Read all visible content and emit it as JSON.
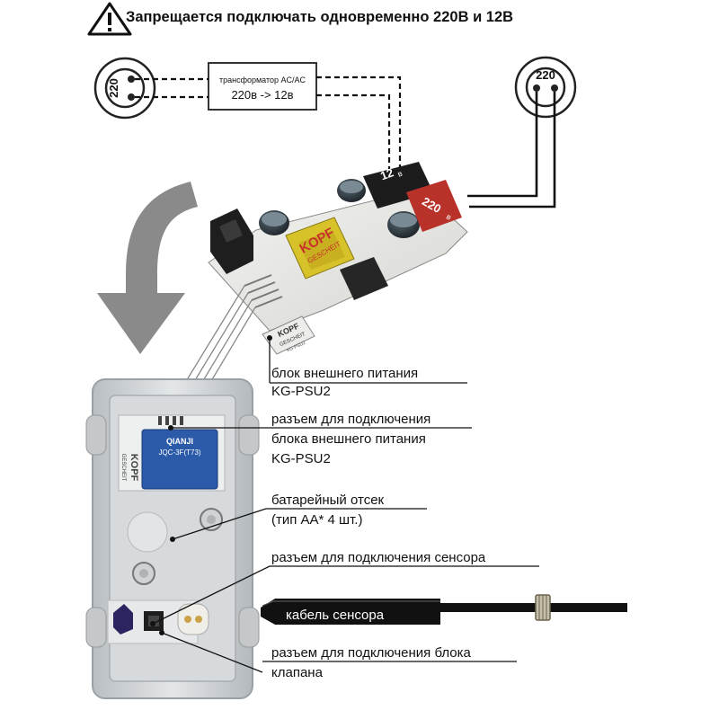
{
  "warning": {
    "text": "Запрещается подключать одновременно 220В и 12В",
    "icon": "warning-triangle-icon"
  },
  "schematic": {
    "left_socket_label": "220",
    "right_socket_label": "220",
    "transformer_title": "трансформатор AC/AC",
    "transformer_ratio": "220в -> 12в"
  },
  "psu_board": {
    "brand": "KOPF",
    "brand_sub": "GESCHEIT",
    "terminal_12v": "12",
    "terminal_220v": "220",
    "terminal_unit": "в",
    "model_tag": "KG-PSU2"
  },
  "housing": {
    "relay_brand": "QIANJI",
    "relay_model": "JQC-3F(T73)",
    "board_brand": "KOPF",
    "board_brand_sub": "GESCHEIT",
    "cable_label": "кабель сенсора"
  },
  "callouts": {
    "psu_line1": "блок внешнего питания",
    "psu_line2": "KG-PSU2",
    "conn_line1": "разъем для подключения",
    "conn_line2": "блока внешнего питания",
    "conn_line3": "KG-PSU2",
    "battery_line1": "батарейный отсек",
    "battery_line2": "(тип АА* 4 шт.)",
    "sensor_conn": "разъем для подключения сенсора",
    "valve_line1": "разъем для подключения блока",
    "valve_line2": "клапана"
  },
  "colors": {
    "line": "#111111",
    "arrow": "#8a8a8a",
    "pcb": "#e8e8e6",
    "transformer": "#d8c22a",
    "relay": "#2a5aa8",
    "housing": "#c9cdd0",
    "terminal_red": "#b8322a",
    "terminal_black": "#1c1c1c"
  }
}
